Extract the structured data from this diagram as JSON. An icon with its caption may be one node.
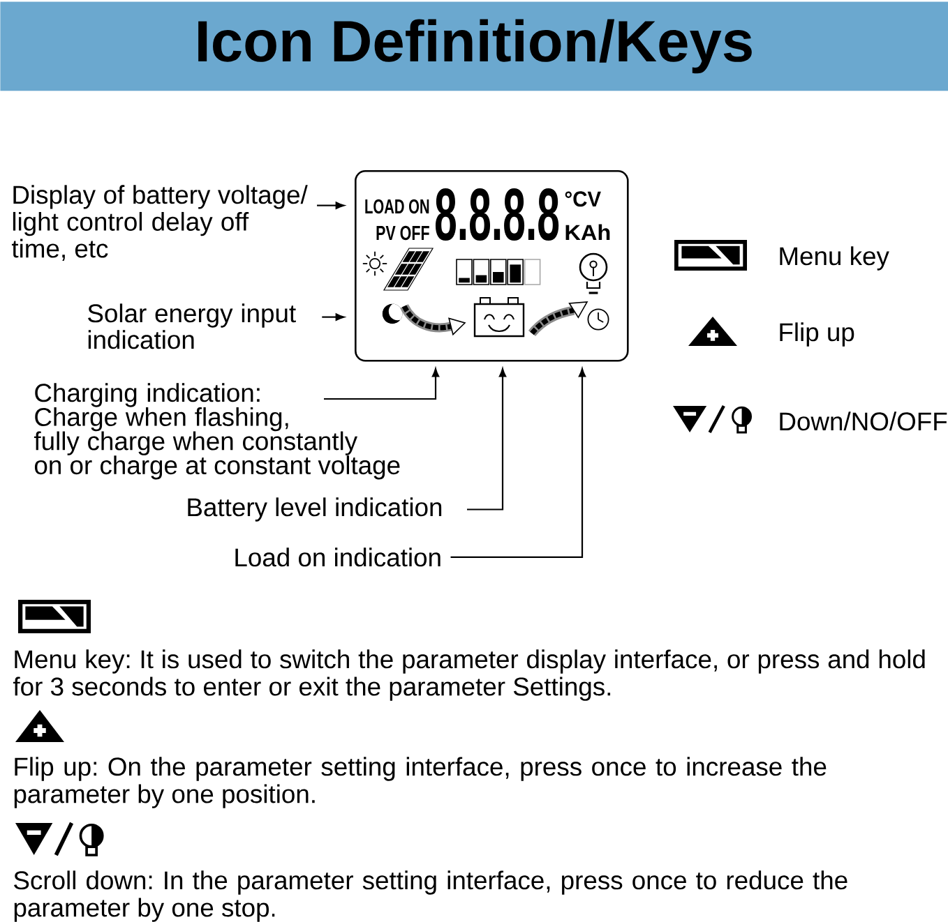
{
  "diagram": {
    "title": "Icon Definition/Keys",
    "nodes": [
      {
        "text": [
          "Display of battery voltage/ light control delay off time, etc"
        ]
      },
      {
        "text": [
          "LOAD ON",
          "PV OFF",
          "8.8.8.8",
          "°CV",
          "KAh"
        ]
      },
      {
        "text": [
          "Solar energy input indication"
        ]
      },
      {
        "text": [
          "Charging indication: Charge when flashing, fully charge when constantly on or charge at constant voltage"
        ]
      },
      {
        "text": [
          "Battery level indication"
        ]
      },
      {
        "text": [
          "Load on indication"
        ]
      }
    ],
    "edges": [
      {
        "from": 0,
        "to": 1,
        "arrow": "to"
      },
      {
        "from": 2,
        "to": 1,
        "arrow": "to"
      },
      {
        "from": 3,
        "to": 1,
        "arrow": "to"
      },
      {
        "from": 4,
        "to": 1,
        "arrow": "to"
      },
      {
        "from": 5,
        "to": 1,
        "arrow": "to"
      }
    ],
    "legend": [
      {
        "text": "Menu key"
      },
      {
        "text": "Flip up"
      },
      {
        "text": "Down/NO/OFF"
      }
    ],
    "labels": [
      "Menu key: It is used to switch the parameter display interface, or press and hold for 3 seconds to enter or exit the parameter Settings.",
      "Flip up: On the parameter setting interface, press once to increase the parameter by one position.",
      "Scroll down: In the parameter setting interface, press once to reduce the parameter by one stop."
    ]
  }
}
